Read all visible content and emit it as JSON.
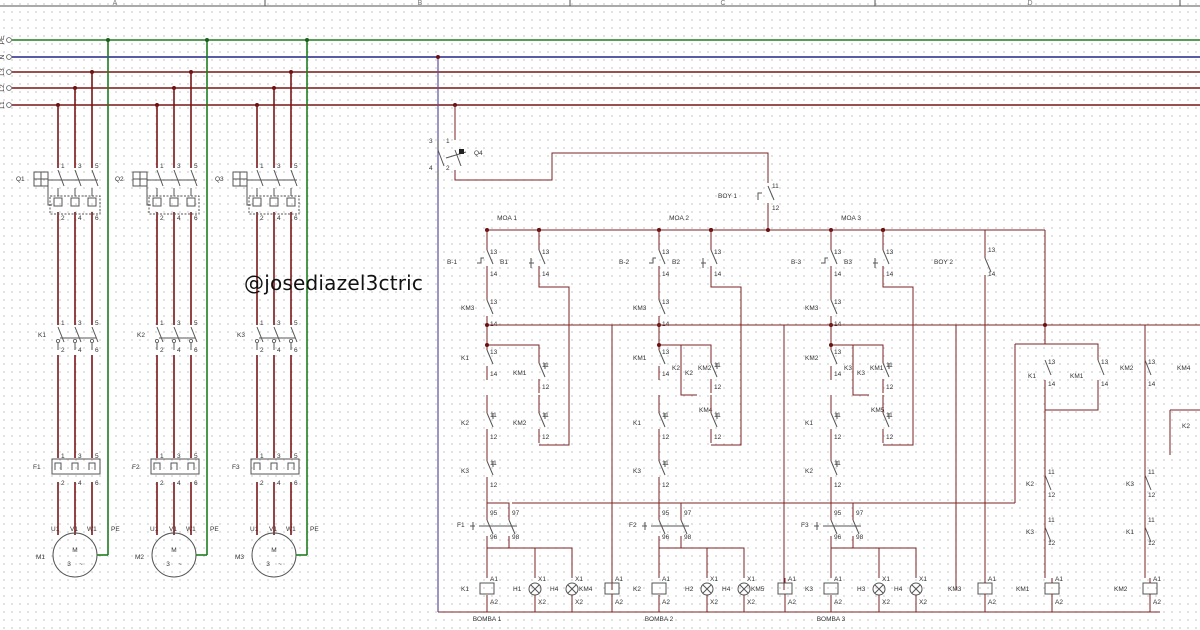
{
  "watermark": "@josediazel3ctric",
  "grid_columns": [
    "A",
    "B",
    "C",
    "D"
  ],
  "rails": [
    "PE",
    "N",
    "L3",
    "L2",
    "L1"
  ],
  "motors": [
    {
      "breaker": "Q1",
      "contactor": "K1",
      "overload": "F1",
      "motor": "M1",
      "symbol": "M",
      "phases": "3",
      "wave": "~"
    },
    {
      "breaker": "Q2",
      "contactor": "K2",
      "overload": "F2",
      "motor": "M2",
      "symbol": "M",
      "phases": "3",
      "wave": "~"
    },
    {
      "breaker": "Q3",
      "contactor": "K3",
      "overload": "F3",
      "motor": "M3",
      "symbol": "M",
      "phases": "3",
      "wave": "~"
    }
  ],
  "terminals": {
    "odd": [
      "1",
      "3",
      "5"
    ],
    "even": [
      "2",
      "4",
      "6"
    ],
    "motor": [
      "U1",
      "V1",
      "W1"
    ],
    "pe": "PE"
  },
  "control": {
    "main_switch": "Q4",
    "main_pins": [
      "3",
      "1",
      "4",
      "2"
    ],
    "float_main": "BOY 1",
    "float_2": "BOY 2",
    "modes": [
      "MOA 1",
      "MOA 2",
      "MOA 3"
    ],
    "pumps": [
      "BOMBA 1",
      "BOMBA 2",
      "BOMBA 3"
    ],
    "no_pins": [
      "13",
      "14"
    ],
    "nc_pins": [
      "11",
      "12"
    ],
    "thermal_pins": [
      "95",
      "96",
      "97",
      "98"
    ],
    "coil_pins": [
      "A1",
      "A2"
    ],
    "lamp_pins": [
      "X1",
      "X2"
    ]
  },
  "branches": [
    {
      "sel": "B-1",
      "btn": "B1",
      "il": "KM3",
      "k": "K1",
      "kma": "KM1",
      "kb": "K2",
      "kmb": "KM2",
      "kc": "K3",
      "f": "F1",
      "coil": "K1",
      "h1": "H1",
      "h2": "H4",
      "extra": "KM4"
    },
    {
      "sel": "B-2",
      "btn": "B2",
      "il": "KM3",
      "k": "KM1",
      "kma": "K2",
      "kb": "K1",
      "kmb": "KM2",
      "kmc": "KM4",
      "kc": "K3",
      "f": "F2",
      "coil": "K2",
      "h1": "H2",
      "h2": "H4",
      "extra": "KM5"
    },
    {
      "sel": "B-3",
      "btn": "B3",
      "il": "KM3",
      "k": "KM2",
      "kma": "K3",
      "kb": "K1",
      "kmb": "KM1",
      "kmc": "KM5",
      "kc": "K2",
      "f": "F3",
      "coil": "K3",
      "h1": "H3",
      "h2": "H4"
    }
  ],
  "right": {
    "km3": "KM3",
    "k1": "K1",
    "km1": "KM1",
    "k2": "K2",
    "k3": "K3",
    "km2": "KM2",
    "km4": "KM4",
    "k2b": "K2"
  }
}
